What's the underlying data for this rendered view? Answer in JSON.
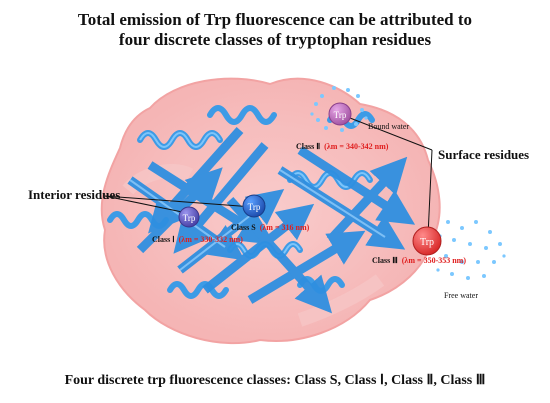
{
  "title_line1": "Total emission of Trp fluorescence can be attributed to",
  "title_line2": "four discrete classes of tryptophan residues",
  "bottom_caption": "Four discrete trp fluorescence classes: Class S, Class Ⅰ,  Class Ⅱ, Class Ⅲ",
  "trp_label": "Trp",
  "labels": {
    "interior": "Interior residues",
    "surface": "Surface residues",
    "bound_water": "Bound water",
    "free_water": "Free water"
  },
  "classes": [
    {
      "id": "class-1",
      "name": "Class Ⅰ",
      "range": "(λm = 330-332 nm)",
      "color": "#6a63c9"
    },
    {
      "id": "class-s",
      "name": "Class S",
      "range": "(λm = 316 nm)",
      "color": "#2a66c4"
    },
    {
      "id": "class-2",
      "name": "Class Ⅱ",
      "range": "(λm = 340-342 nm)",
      "color": "#c678c6"
    },
    {
      "id": "class-3",
      "name": "Class Ⅲ",
      "range": "(λm = 350-353 nm)",
      "color": "#f04a4a"
    }
  ],
  "colors": {
    "protein_blob": "#f6b4b4",
    "helix": "#3d9be6",
    "range_text": "#e02020"
  }
}
